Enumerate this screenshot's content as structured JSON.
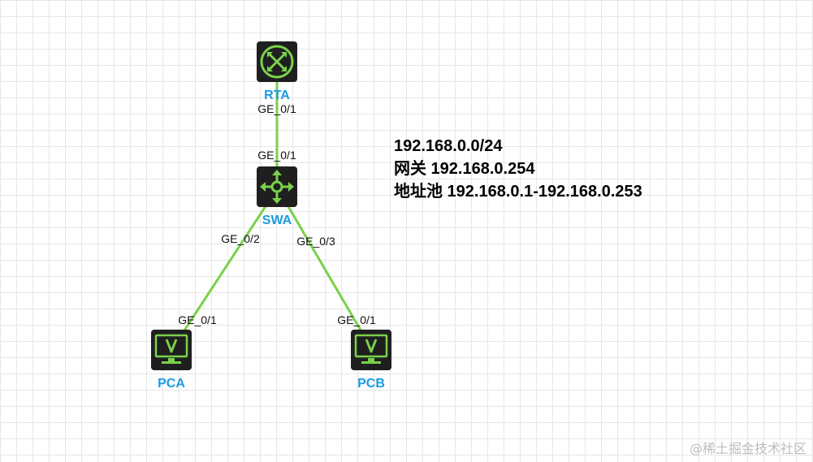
{
  "colors": {
    "link": "#7ad14a",
    "device_body": "#1f1f1f",
    "device_accent": "#7ad14a",
    "node_label": "#1a9be0",
    "port_label": "#111111"
  },
  "nodes": {
    "rta": {
      "label": "RTA",
      "icon": "router-icon"
    },
    "swa": {
      "label": "SWA",
      "icon": "switch-icon"
    },
    "pca": {
      "label": "PCA",
      "icon": "pc-monitor-icon"
    },
    "pcb": {
      "label": "PCB",
      "icon": "pc-monitor-icon"
    }
  },
  "links": [
    {
      "from": "rta",
      "to": "swa",
      "from_port": "GE_0/1",
      "to_port": "GE_0/1"
    },
    {
      "from": "swa",
      "to": "pca",
      "from_port": "GE_0/2",
      "to_port": "GE_0/1"
    },
    {
      "from": "swa",
      "to": "pcb",
      "from_port": "GE_0/3",
      "to_port": "GE_0/1"
    }
  ],
  "info": {
    "subnet": "192.168.0.0/24",
    "gateway": "网关 192.168.0.254",
    "pool": "地址池 192.168.0.1-192.168.0.253"
  },
  "watermark": "@稀土掘金技术社区"
}
